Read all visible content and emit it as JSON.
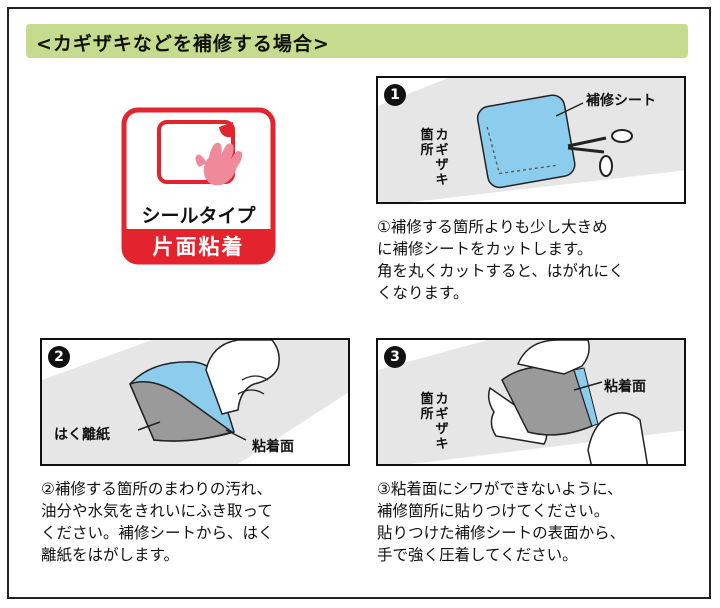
{
  "header": {
    "title": "<カギザキなどを補修する場合>"
  },
  "badge": {
    "label_top": "シールタイプ",
    "label_bottom": "片面粘着"
  },
  "colors": {
    "header_bg": "#c5dc8e",
    "badge_red": "#e3232e",
    "sheet_blue": "#8ccdee",
    "panel_gray": "#e6e6e6"
  },
  "steps": [
    {
      "number": "1",
      "labels": {
        "sheet": "補修シート",
        "area_col1": [
          "箇",
          "所"
        ],
        "area_col2": [
          "カ",
          "ギ",
          "ザ",
          "キ"
        ]
      },
      "description": [
        "①補修する箇所よりも少し大きめ",
        "に補修シートをカットします。",
        "角を丸くカットすると、はがれにく",
        "くなります。"
      ]
    },
    {
      "number": "2",
      "labels": {
        "backing": "はく離紙",
        "adhesive": "粘着面"
      },
      "description": [
        "②補修する箇所のまわりの汚れ、",
        "油分や水気をきれいにふき取って",
        "ください。補修シートから、はく",
        "離紙をはがします。"
      ]
    },
    {
      "number": "3",
      "labels": {
        "adhesive": "粘着面",
        "area_col1": [
          "箇",
          "所"
        ],
        "area_col2": [
          "カ",
          "ギ",
          "ザ",
          "キ"
        ]
      },
      "description": [
        "③粘着面にシワができないように、",
        "補修箇所に貼りつけてください。",
        "貼りつけた補修シートの表面から、",
        "手で強く圧着してください。"
      ]
    }
  ]
}
